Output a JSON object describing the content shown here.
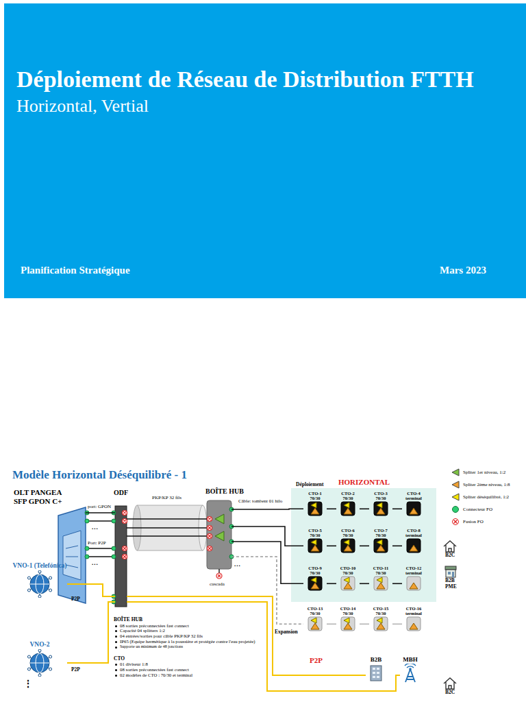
{
  "diagram": {
    "title": "Déploiement de Réseau de Distribution FTTH",
    "nodes": [
      {
        "text": [
          "OLT PANGEA SFP GPON C+"
        ]
      },
      {
        "text": [
          "ODF"
        ]
      },
      {
        "text": [
          "BOÎTE HUB"
        ]
      },
      {
        "text": [
          "CTO-1 70/30"
        ]
      },
      {
        "text": [
          "CTO-2 70/30"
        ]
      },
      {
        "text": [
          "CTO-3 70/30"
        ]
      },
      {
        "text": [
          "CTO-4 terminal"
        ]
      },
      {
        "text": [
          "CTO-5 70/30"
        ]
      },
      {
        "text": [
          "CTO-6 70/30"
        ]
      },
      {
        "text": [
          "CTO-7 70/30"
        ]
      },
      {
        "text": [
          "CTO-8 terminal"
        ]
      },
      {
        "text": [
          "CTO-9 70/30"
        ]
      },
      {
        "text": [
          "CTO-10 70/30"
        ]
      },
      {
        "text": [
          "CTO-11 70/30"
        ]
      },
      {
        "text": [
          "CTO-12 terminal"
        ]
      },
      {
        "text": [
          "CTO-13 70/30"
        ]
      },
      {
        "text": [
          "CTO-14 70/30"
        ]
      },
      {
        "text": [
          "CTO-15 70/30"
        ]
      },
      {
        "text": [
          "CTO-16 terminal"
        ]
      },
      {
        "text": [
          "VNO-1 (Telefónica)"
        ]
      },
      {
        "text": [
          "VNO-2"
        ]
      },
      {
        "text": [
          "B2B"
        ]
      },
      {
        "text": [
          "MBH"
        ]
      }
    ],
    "edges": [
      {
        "from": 0,
        "to": 1,
        "arrow": "none"
      },
      {
        "from": 1,
        "to": 2,
        "arrow": "none"
      },
      {
        "from": 2,
        "to": 3,
        "arrow": "none"
      },
      {
        "from": 3,
        "to": 4,
        "arrow": "none"
      },
      {
        "from": 4,
        "to": 5,
        "arrow": "none"
      },
      {
        "from": 5,
        "to": 6,
        "arrow": "none"
      },
      {
        "from": 2,
        "to": 7,
        "arrow": "none"
      },
      {
        "from": 7,
        "to": 8,
        "arrow": "none"
      },
      {
        "from": 8,
        "to": 9,
        "arrow": "none"
      },
      {
        "from": 9,
        "to": 10,
        "arrow": "none"
      },
      {
        "from": 2,
        "to": 11,
        "arrow": "none"
      },
      {
        "from": 11,
        "to": 12,
        "arrow": "none"
      },
      {
        "from": 12,
        "to": 13,
        "arrow": "none"
      },
      {
        "from": 13,
        "to": 14,
        "arrow": "none"
      },
      {
        "from": 2,
        "to": 15,
        "arrow": "none"
      },
      {
        "from": 15,
        "to": 16,
        "arrow": "none"
      },
      {
        "from": 16,
        "to": 17,
        "arrow": "none"
      },
      {
        "from": 17,
        "to": 18,
        "arrow": "none"
      },
      {
        "from": 19,
        "to": 1,
        "arrow": "none"
      },
      {
        "from": 20,
        "to": 1,
        "arrow": "none"
      },
      {
        "from": 1,
        "to": 21,
        "arrow": "none"
      },
      {
        "from": 1,
        "to": 22,
        "arrow": "none"
      }
    ],
    "labels": [
      "Horizontal, Vertial",
      "Planification Stratégique",
      "Mars 2023",
      "Modèle Horizontal Déséquilibré - 1",
      "port: GPON",
      "...",
      "Port: P2P",
      "...",
      "PKP/KP 32 fils",
      "Câble: tombent 01 hilo",
      "...",
      "cascada",
      "Déploiement",
      "HORIZONTAL",
      "Expansion",
      "P2P",
      "P2P",
      "P2P",
      "⋮",
      "B2C",
      "B2B PME",
      "B2C",
      "BOÎTE HUB",
      "08 sorties préconnectées fast connect",
      "Capacité 04 splitters 1:2",
      "04 entrées/sorties pour câble PKP/KP 32 fils",
      "IP65 (Equipe hermétique à la poussière et protégée contre l'eau projetée)",
      "Supporte un minimum de 48 jonctions",
      "CTO",
      "01 diviseur 1:8",
      "08 sorties préconnectées fast connect",
      "02 modèles de CTO : 70/30 et terminal"
    ],
    "legend": [
      {
        "text": "Spliter 1er niveau, 1:2",
        "color": "#7dc242"
      },
      {
        "text": "Spliter 2ème niveau, 1:8",
        "color": "#f0a030"
      },
      {
        "text": "Spliter déséquilibré, 1:2",
        "color": "#f7e600"
      },
      {
        "text": "Connecteur FO",
        "color": "#2ecc71"
      },
      {
        "text": "Fusion FO"
      }
    ]
  }
}
